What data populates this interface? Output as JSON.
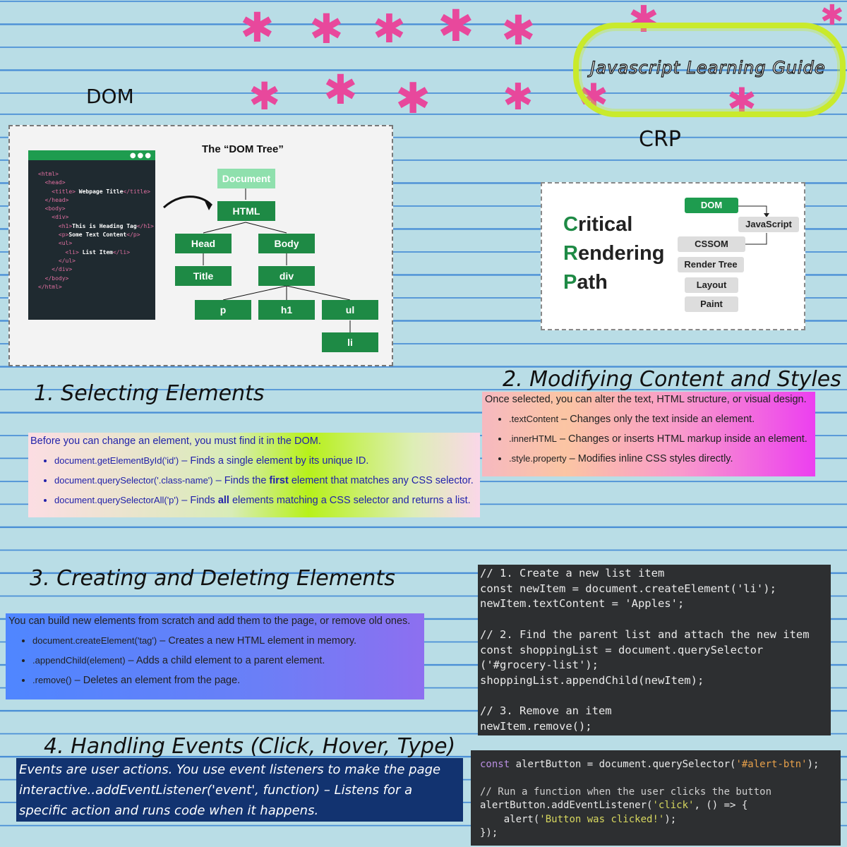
{
  "title": "Javascript Learning Guide",
  "labels": {
    "dom": "DOM",
    "crp": "CRP"
  },
  "dom_figure": {
    "title": "The “DOM Tree”",
    "code_lines": [
      {
        "pre": "<html>",
        "text": "",
        "post": ""
      },
      {
        "pre": "  <head>",
        "text": "",
        "post": ""
      },
      {
        "pre": "    <title>",
        "text": " Webpage Title",
        "post": "</title>"
      },
      {
        "pre": "  </head>",
        "text": "",
        "post": ""
      },
      {
        "pre": "  <body>",
        "text": "",
        "post": ""
      },
      {
        "pre": "    <div>",
        "text": "",
        "post": ""
      },
      {
        "pre": "      <h1>",
        "text": "This is Heading Tag",
        "post": "</h1>"
      },
      {
        "pre": "      <p>",
        "text": "Some Text Content",
        "post": "</p>"
      },
      {
        "pre": "      <ul>",
        "text": "",
        "post": ""
      },
      {
        "pre": "        <li>",
        "text": " List Item",
        "post": "</li>"
      },
      {
        "pre": "      </ul>",
        "text": "",
        "post": ""
      },
      {
        "pre": "    </div>",
        "text": "",
        "post": ""
      },
      {
        "pre": "  </body>",
        "text": "",
        "post": ""
      },
      {
        "pre": "</html>",
        "text": "",
        "post": ""
      }
    ],
    "nodes": {
      "document": "Document",
      "html": "HTML",
      "head": "Head",
      "body": "Body",
      "title": "Title",
      "div": "div",
      "p": "p",
      "h1": "h1",
      "ul": "ul",
      "li": "li"
    }
  },
  "crp_figure": {
    "words": [
      {
        "first": "C",
        "rest": "ritical"
      },
      {
        "first": "R",
        "rest": "endering"
      },
      {
        "first": "P",
        "rest": "ath"
      }
    ],
    "nodes": {
      "dom": "DOM",
      "javascript": "JavaScript",
      "cssom": "CSSOM",
      "render_tree": "Render Tree",
      "layout": "Layout",
      "paint": "Paint"
    }
  },
  "sections": {
    "s1": {
      "heading": "1. Selecting Elements",
      "lead": "Before you can change an element, you must find it in the DOM.",
      "items": [
        {
          "code": "document.getElementById('id')",
          "a": " – Finds a single element by its unique ID.",
          "bold": "",
          "b": ""
        },
        {
          "code": "document.querySelector('.class-name')",
          "a": " – Finds the ",
          "bold": "first",
          "b": " element that matches any CSS selector."
        },
        {
          "code": "document.querySelectorAll('p')",
          "a": " – Finds ",
          "bold": "all",
          "b": " elements matching a CSS selector and returns a list."
        }
      ]
    },
    "s2": {
      "heading": "2. Modifying Content and Styles",
      "lead": "Once selected, you can alter the text, HTML structure, or visual design.",
      "items": [
        {
          "code": ".textContent",
          "a": " – Changes only the text inside an element."
        },
        {
          "code": ".innerHTML",
          "a": " – Changes or inserts HTML markup inside an element."
        },
        {
          "code": ".style.property",
          "a": " – Modifies inline CSS styles directly."
        }
      ]
    },
    "s3": {
      "heading": "3. Creating and Deleting Elements",
      "lead": "You can build new elements from scratch and add them to the page, or remove old ones.",
      "items": [
        {
          "code": "document.createElement('tag')",
          "a": " – Creates a new HTML element in memory."
        },
        {
          "code": ".appendChild(element)",
          "a": " – Adds a child element to a parent element."
        },
        {
          "code": ".remove()",
          "a": " – Deletes an element from the page."
        }
      ]
    },
    "s4": {
      "heading": "4. Handling Events (Click, Hover, Type)",
      "body": "Events are user actions. You use event listeners to make the page interactive..addEventListener('event', function) – Listens for a specific action and runs code when it happens."
    }
  },
  "code_block_1": {
    "lines": [
      "// 1. Create a new list item",
      "const newItem = document.createElement('li');",
      "newItem.textContent = 'Apples';",
      "",
      "// 2. Find the parent list and attach the new item",
      "const shoppingList = document.querySelector",
      "('#grocery-list');",
      "shoppingList.appendChild(newItem);",
      "",
      "// 3. Remove an item",
      "newItem.remove();"
    ]
  },
  "code_block_2": {
    "line1": {
      "kw": "const",
      "mid": " alertButton = document.querySelector(",
      "str": "'#alert-btn'",
      "end": ");"
    },
    "comment": "// Run a function when the user clicks the button",
    "line3": {
      "start": "alertButton.addEventListener(",
      "str": "'click'",
      "end": ", () => {"
    },
    "line4": {
      "start": "    alert(",
      "str": "'Button was clicked!'",
      "end": ");"
    },
    "line5": "});"
  },
  "colors": {
    "pink_star": "#e8489c",
    "title_cloud": "#c9ea2c",
    "dom_green": "#1e8a45",
    "event_box": "#123370"
  }
}
